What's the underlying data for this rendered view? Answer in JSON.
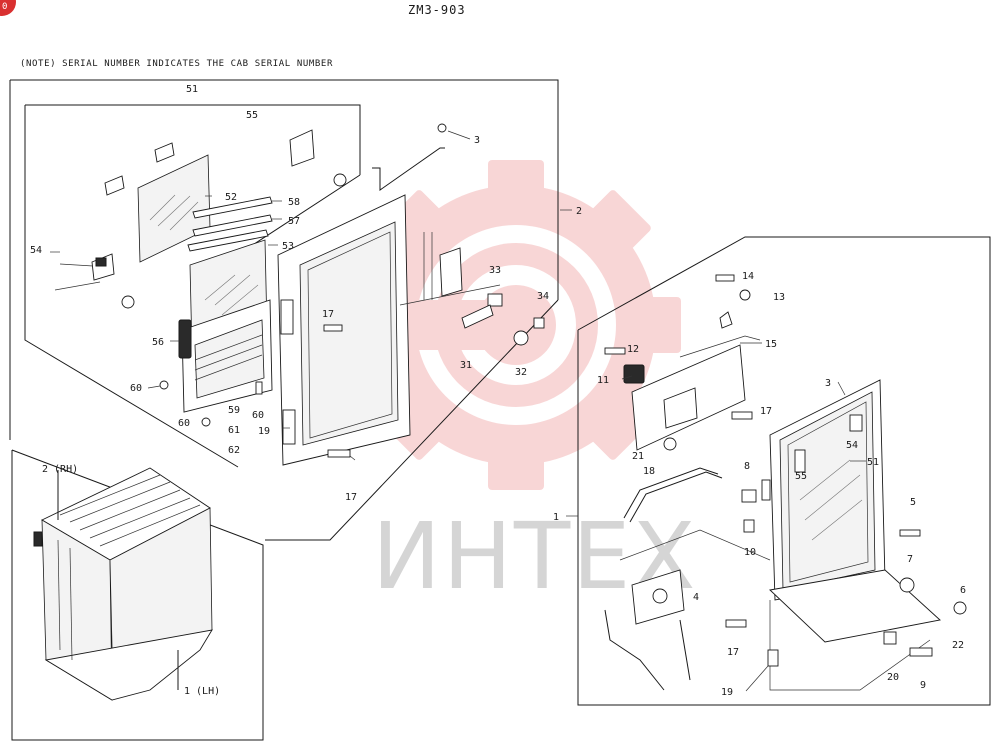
{
  "header": {
    "page_code": "ZM3-903",
    "note": "(NOTE) SERIAL NUMBER INDICATES THE CAB SERIAL NUMBER",
    "corner_badge": "0"
  },
  "watermark": {
    "text": "ИНТЕХ",
    "logo_color": "#f4b6b6"
  },
  "callouts": {
    "main_door": [
      "51",
      "55",
      "3",
      "2",
      "58",
      "57",
      "53",
      "52",
      "54",
      "33",
      "34",
      "17",
      "31",
      "32",
      "56",
      "60",
      "59",
      "60",
      "61",
      "62",
      "19",
      "17",
      "60"
    ],
    "lower_door": [
      "14",
      "13",
      "12",
      "15",
      "11",
      "3",
      "17",
      "54",
      "21",
      "18",
      "51",
      "8",
      "55",
      "5",
      "1",
      "10",
      "7",
      "6",
      "4",
      "17",
      "22",
      "20",
      "9",
      "19"
    ],
    "inset": [
      "2 (RH)",
      "1 (LH)"
    ]
  }
}
